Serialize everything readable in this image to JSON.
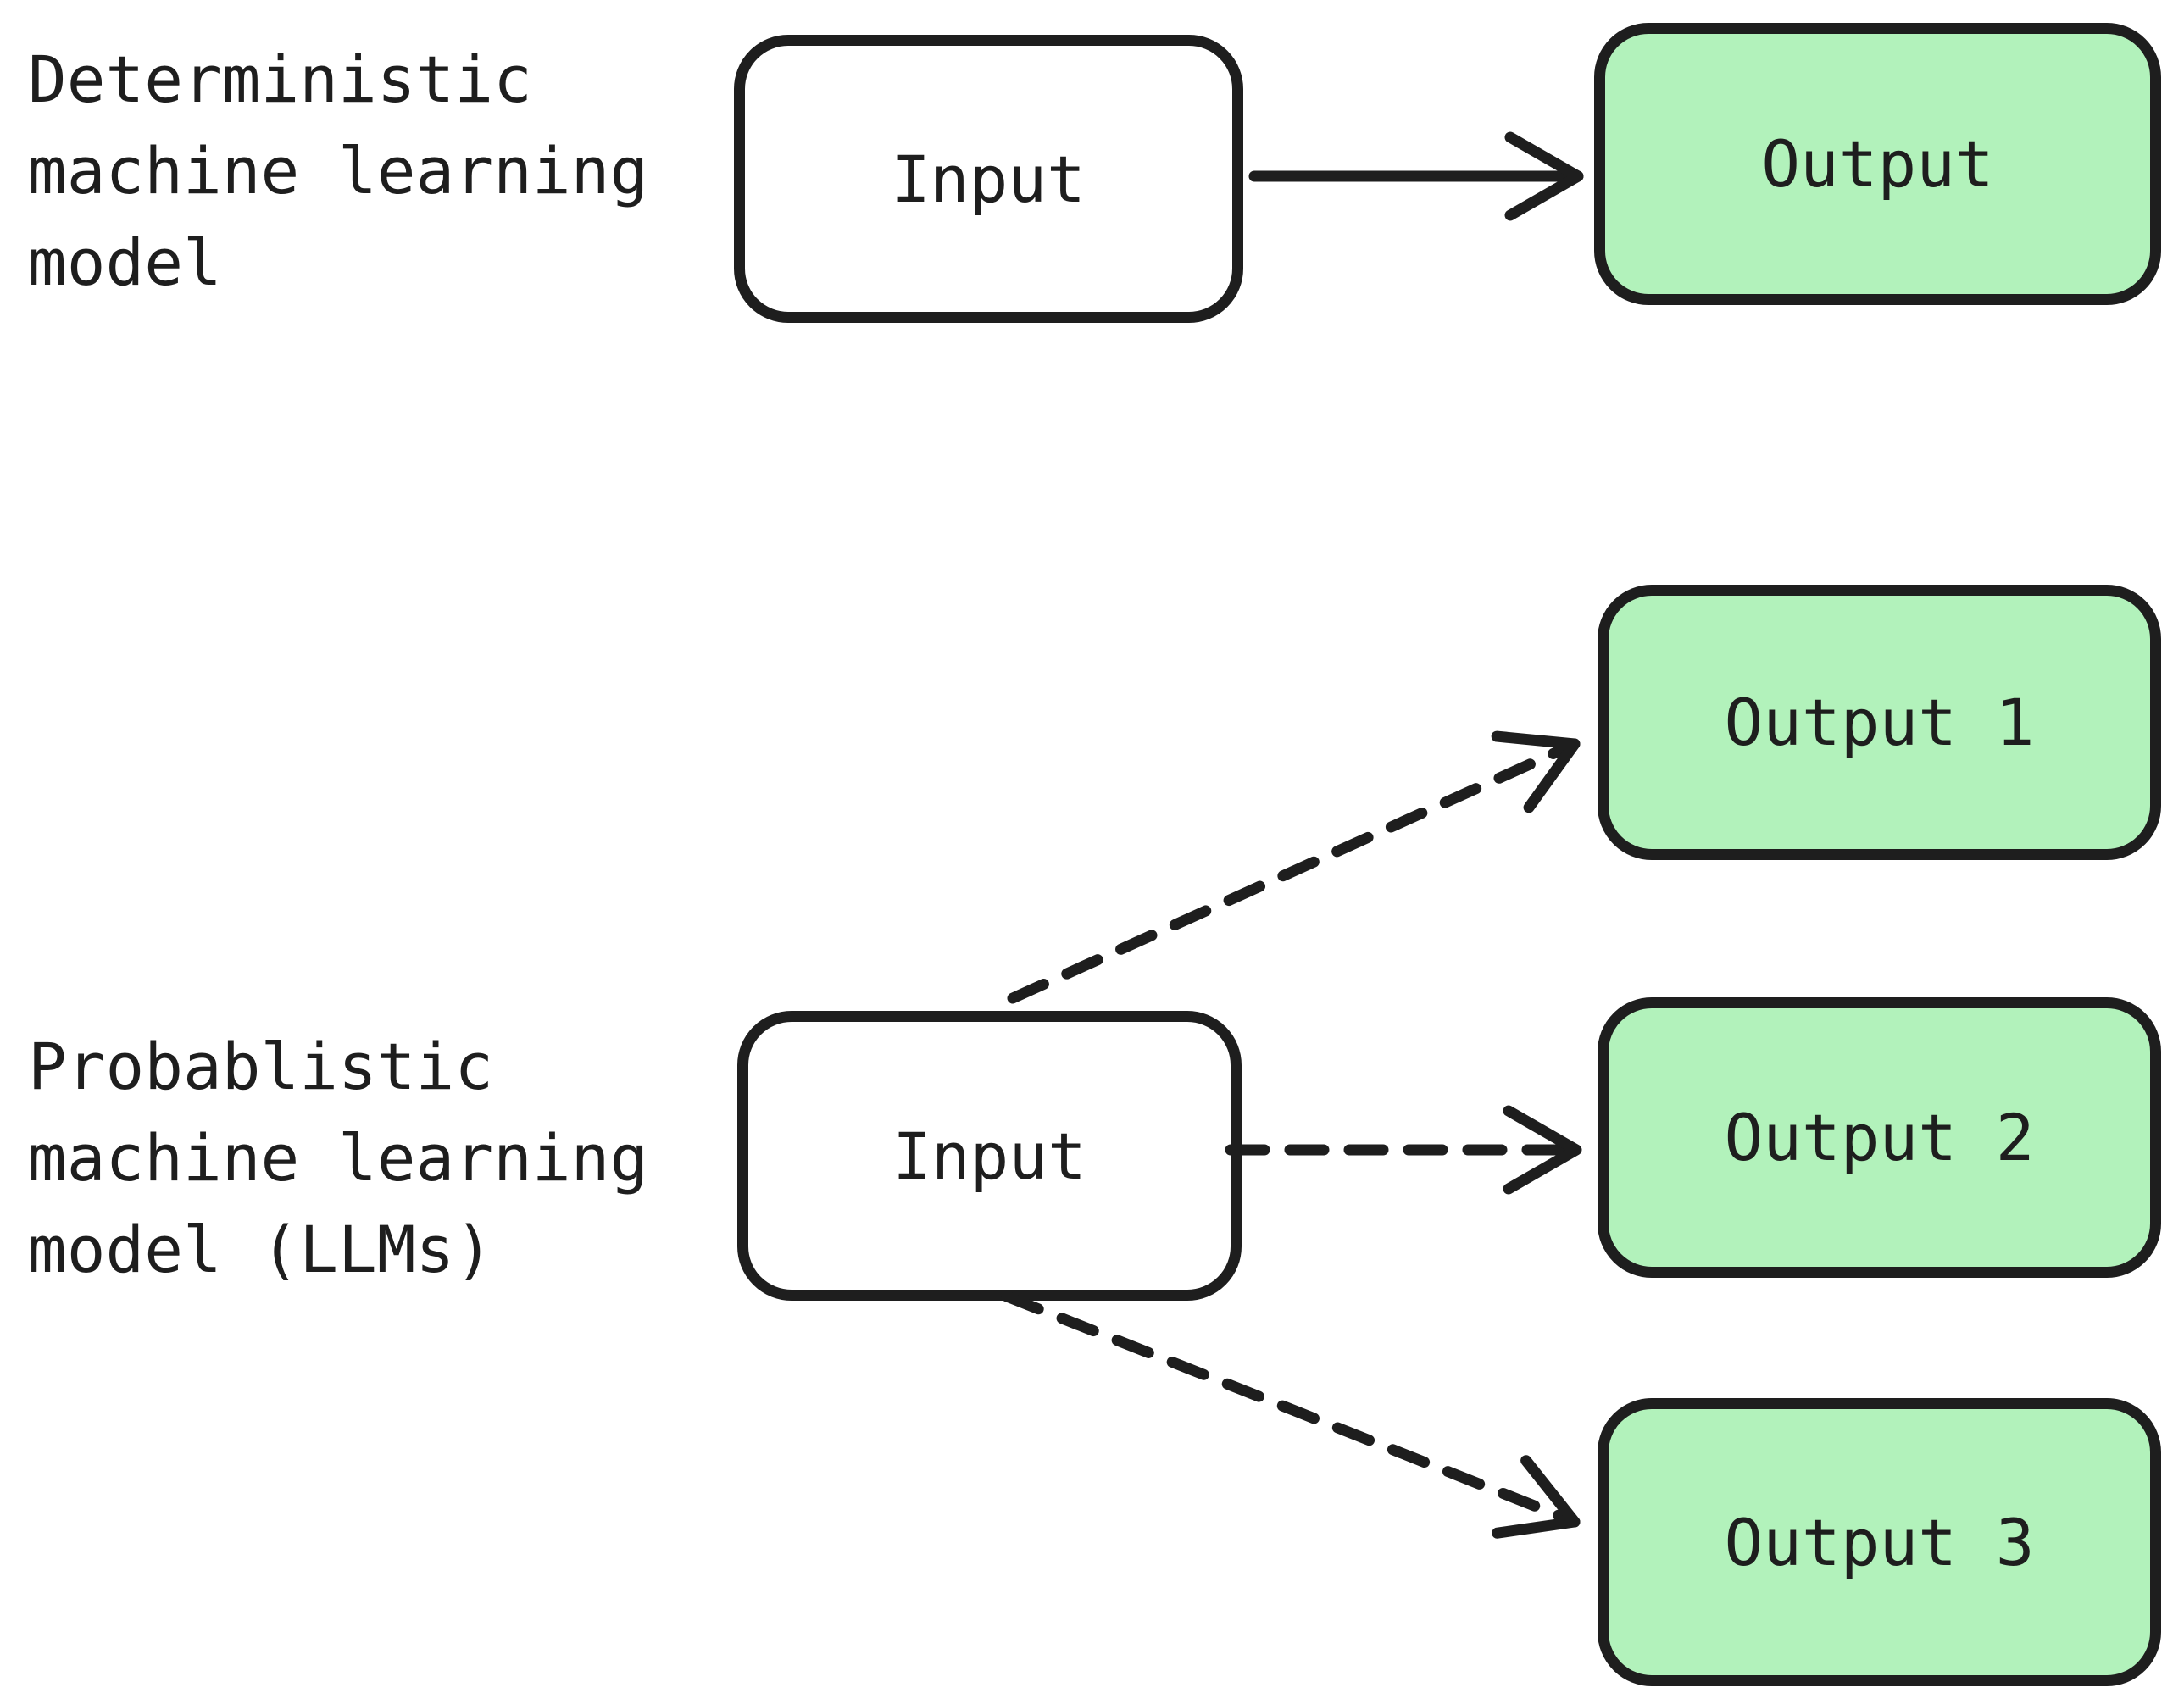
{
  "diagram": {
    "colors": {
      "background": "#ffffff",
      "stroke": "#1e1e1e",
      "output_fill": "#b2f2bb"
    },
    "deterministic": {
      "label": "Deterministic machine learning model",
      "input": "Input",
      "output": "Output"
    },
    "probabilistic": {
      "label": "Probablistic machine learning model (LLMs)",
      "input": "Input",
      "outputs": [
        "Output 1",
        "Output 2",
        "Output 3"
      ]
    }
  }
}
